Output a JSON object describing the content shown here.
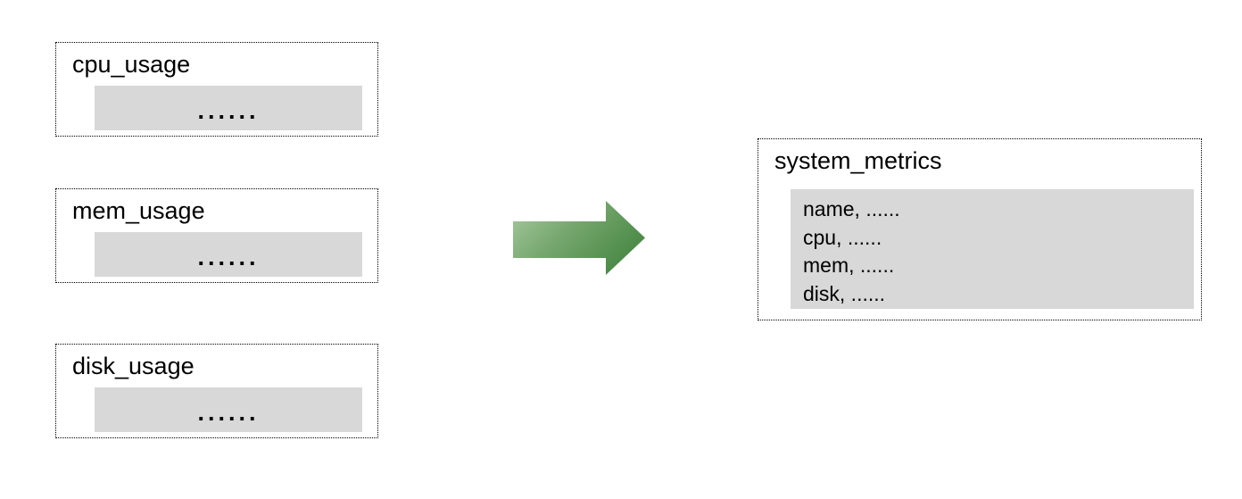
{
  "diagram": {
    "source_tables": [
      {
        "title": "cpu_usage",
        "rows_placeholder": "......"
      },
      {
        "title": "mem_usage",
        "rows_placeholder": "......"
      },
      {
        "title": "disk_usage",
        "rows_placeholder": "......"
      }
    ],
    "result_table": {
      "title": "system_metrics",
      "rows": [
        "name, ......",
        "cpu, ......",
        "mem, ......",
        "disk, ......"
      ]
    },
    "arrow": {
      "icon": "right-arrow",
      "gradient_start": "#a9cba2",
      "gradient_mid": "#76a76e",
      "gradient_end": "#4e8c49"
    },
    "colors": {
      "table_fill": "#d8d8d8",
      "border": "#000000",
      "background": "#ffffff"
    }
  }
}
